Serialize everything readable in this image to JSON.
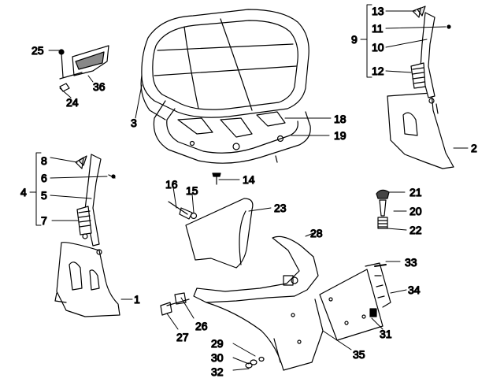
{
  "diagram": {
    "callouts": [
      {
        "id": "c1",
        "label": "1"
      },
      {
        "id": "c2",
        "label": "2"
      },
      {
        "id": "c3",
        "label": "3"
      },
      {
        "id": "c4",
        "label": "4"
      },
      {
        "id": "c5",
        "label": "5"
      },
      {
        "id": "c6",
        "label": "6"
      },
      {
        "id": "c7",
        "label": "7"
      },
      {
        "id": "c8",
        "label": "8"
      },
      {
        "id": "c9",
        "label": "9"
      },
      {
        "id": "c10",
        "label": "10"
      },
      {
        "id": "c11",
        "label": "11"
      },
      {
        "id": "c12",
        "label": "12"
      },
      {
        "id": "c13",
        "label": "13"
      },
      {
        "id": "c14",
        "label": "14"
      },
      {
        "id": "c15",
        "label": "15"
      },
      {
        "id": "c16",
        "label": "16"
      },
      {
        "id": "c18",
        "label": "18"
      },
      {
        "id": "c19",
        "label": "19"
      },
      {
        "id": "c20",
        "label": "20"
      },
      {
        "id": "c21",
        "label": "21"
      },
      {
        "id": "c22",
        "label": "22"
      },
      {
        "id": "c23",
        "label": "23"
      },
      {
        "id": "c24",
        "label": "24"
      },
      {
        "id": "c25",
        "label": "25"
      },
      {
        "id": "c26",
        "label": "26"
      },
      {
        "id": "c27",
        "label": "27"
      },
      {
        "id": "c28",
        "label": "28"
      },
      {
        "id": "c29",
        "label": "29"
      },
      {
        "id": "c30",
        "label": "30"
      },
      {
        "id": "c31",
        "label": "31"
      },
      {
        "id": "c32",
        "label": "32"
      },
      {
        "id": "c33",
        "label": "33"
      },
      {
        "id": "c34",
        "label": "34"
      },
      {
        "id": "c35",
        "label": "35"
      },
      {
        "id": "c36",
        "label": "36"
      }
    ]
  }
}
